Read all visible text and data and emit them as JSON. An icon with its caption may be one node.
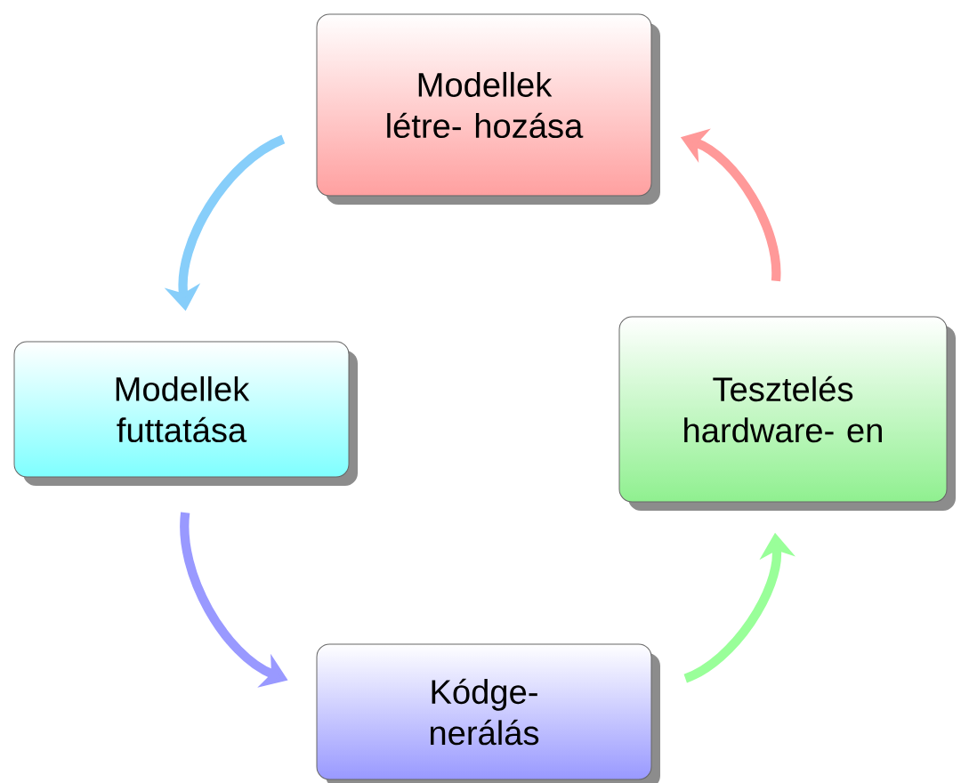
{
  "diagram": {
    "nodes": [
      {
        "text": [
          "Modellek létre- hozása"
        ]
      },
      {
        "text": [
          "Modellek futtatása"
        ]
      },
      {
        "text": [
          "Tesztelés hardware- en"
        ]
      },
      {
        "text": [
          "Kódge- nerálás"
        ]
      }
    ],
    "edges": [
      {
        "from": 0,
        "to": 1,
        "arrow": "to",
        "color": "#87cefa"
      },
      {
        "from": 1,
        "to": 3,
        "arrow": "to",
        "color": "#9999ff"
      },
      {
        "from": 3,
        "to": 2,
        "arrow": "to",
        "color": "#99ff99"
      },
      {
        "from": 2,
        "to": 0,
        "arrow": "to",
        "color": "#ff9999"
      }
    ]
  }
}
